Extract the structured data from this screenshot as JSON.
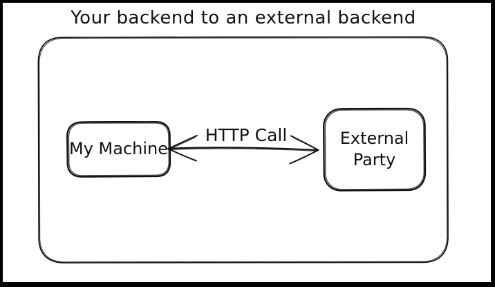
{
  "title": "Your backend to an external backend",
  "diagram": {
    "nodes": {
      "my_machine": {
        "label": "My Machine"
      },
      "external_party": {
        "label": "External Party"
      }
    },
    "edge": {
      "label": "HTTP Call",
      "style": "double-headed-arrow",
      "from": "My Machine",
      "to": "External Party"
    }
  },
  "colors": {
    "frame": "#000000",
    "canvas": "#ffffff",
    "stroke": "#111111"
  }
}
